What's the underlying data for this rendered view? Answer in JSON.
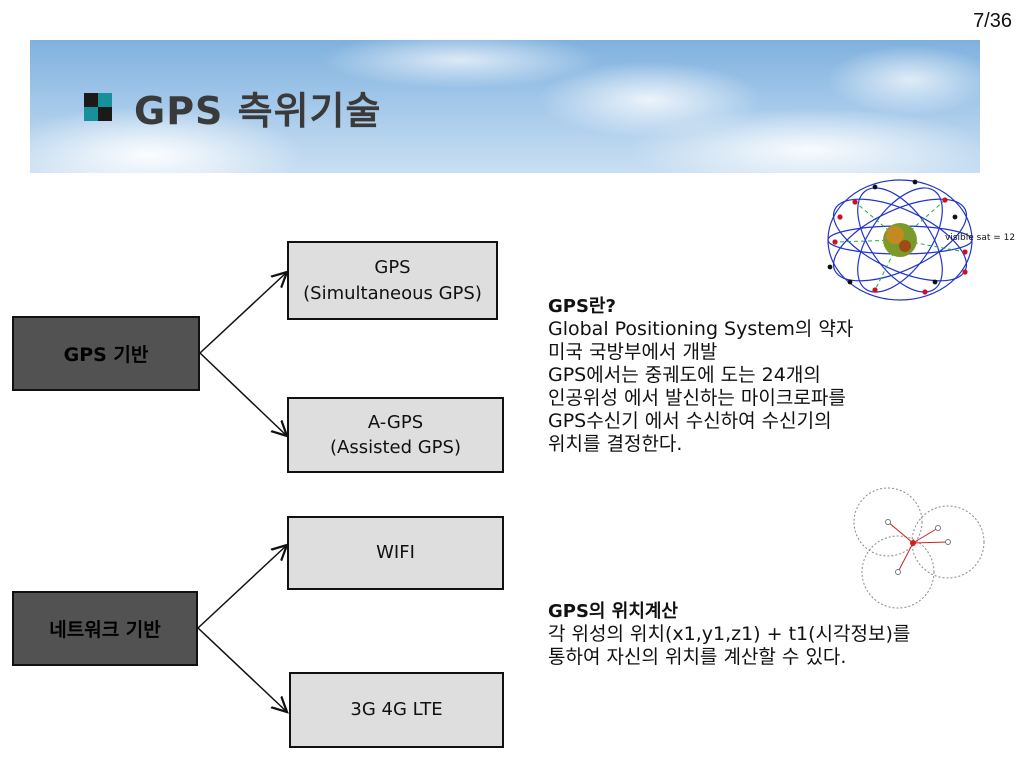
{
  "page_number": "7/36",
  "title": "GPS 측위기술",
  "categories": {
    "gps_based": "GPS 기반",
    "network_based": "네트워크 기반"
  },
  "technologies": {
    "gps": [
      "GPS",
      "(Simultaneous GPS)"
    ],
    "agps": [
      "A-GPS",
      "(Assisted GPS)"
    ],
    "wifi": [
      "WIFI"
    ],
    "lte": [
      "3G 4G LTE"
    ]
  },
  "gps_definition": {
    "heading": "GPS란?",
    "lines": [
      "Global Positioning System의 약자",
      "미국 국방부에서 개발",
      "GPS에서는 중궤도에 도는 24개의",
      "인공위성 에서 발신하는 마이크로파를",
      "GPS수신기 에서 수신하여 수신기의",
      "위치를 결정한다."
    ]
  },
  "gps_calculation": {
    "heading": "GPS의 위치계산",
    "lines": [
      "각 위성의 위치(x1,y1,z1) + t1(시각정보)를",
      "통하여 자신의 위치를 계산할 수 있다."
    ]
  },
  "satellite_figure": {
    "label": "visible sat = 12"
  },
  "colors": {
    "category_box": "#525252",
    "tech_box": "#dedede",
    "accent_teal": "#17909a"
  }
}
